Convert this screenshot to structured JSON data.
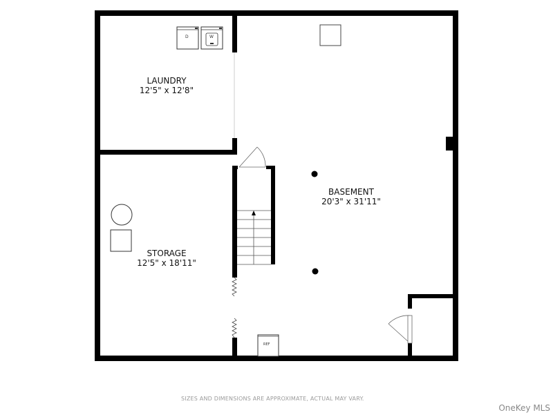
{
  "floorplan": {
    "rooms": [
      {
        "id": "laundry",
        "name": "LAUNDRY",
        "dimensions": "12'5\" x 12'8\""
      },
      {
        "id": "storage",
        "name": "STORAGE",
        "dimensions": "12'5\" x 18'11\""
      },
      {
        "id": "basement",
        "name": "BASEMENT",
        "dimensions": "20'3\" x 31'11\""
      }
    ],
    "fixtures": {
      "dryer": "D",
      "washer": "W",
      "refrigerator": "REF"
    }
  },
  "footer": {
    "disclaimer": "SIZES AND DIMENSIONS ARE APPROXIMATE, ACTUAL MAY VARY.",
    "watermark": "OneKey MLS"
  },
  "colors": {
    "wall": "#000000",
    "line": "#555555",
    "background": "#ffffff",
    "disclaimer_text": "#9a9a9a"
  }
}
